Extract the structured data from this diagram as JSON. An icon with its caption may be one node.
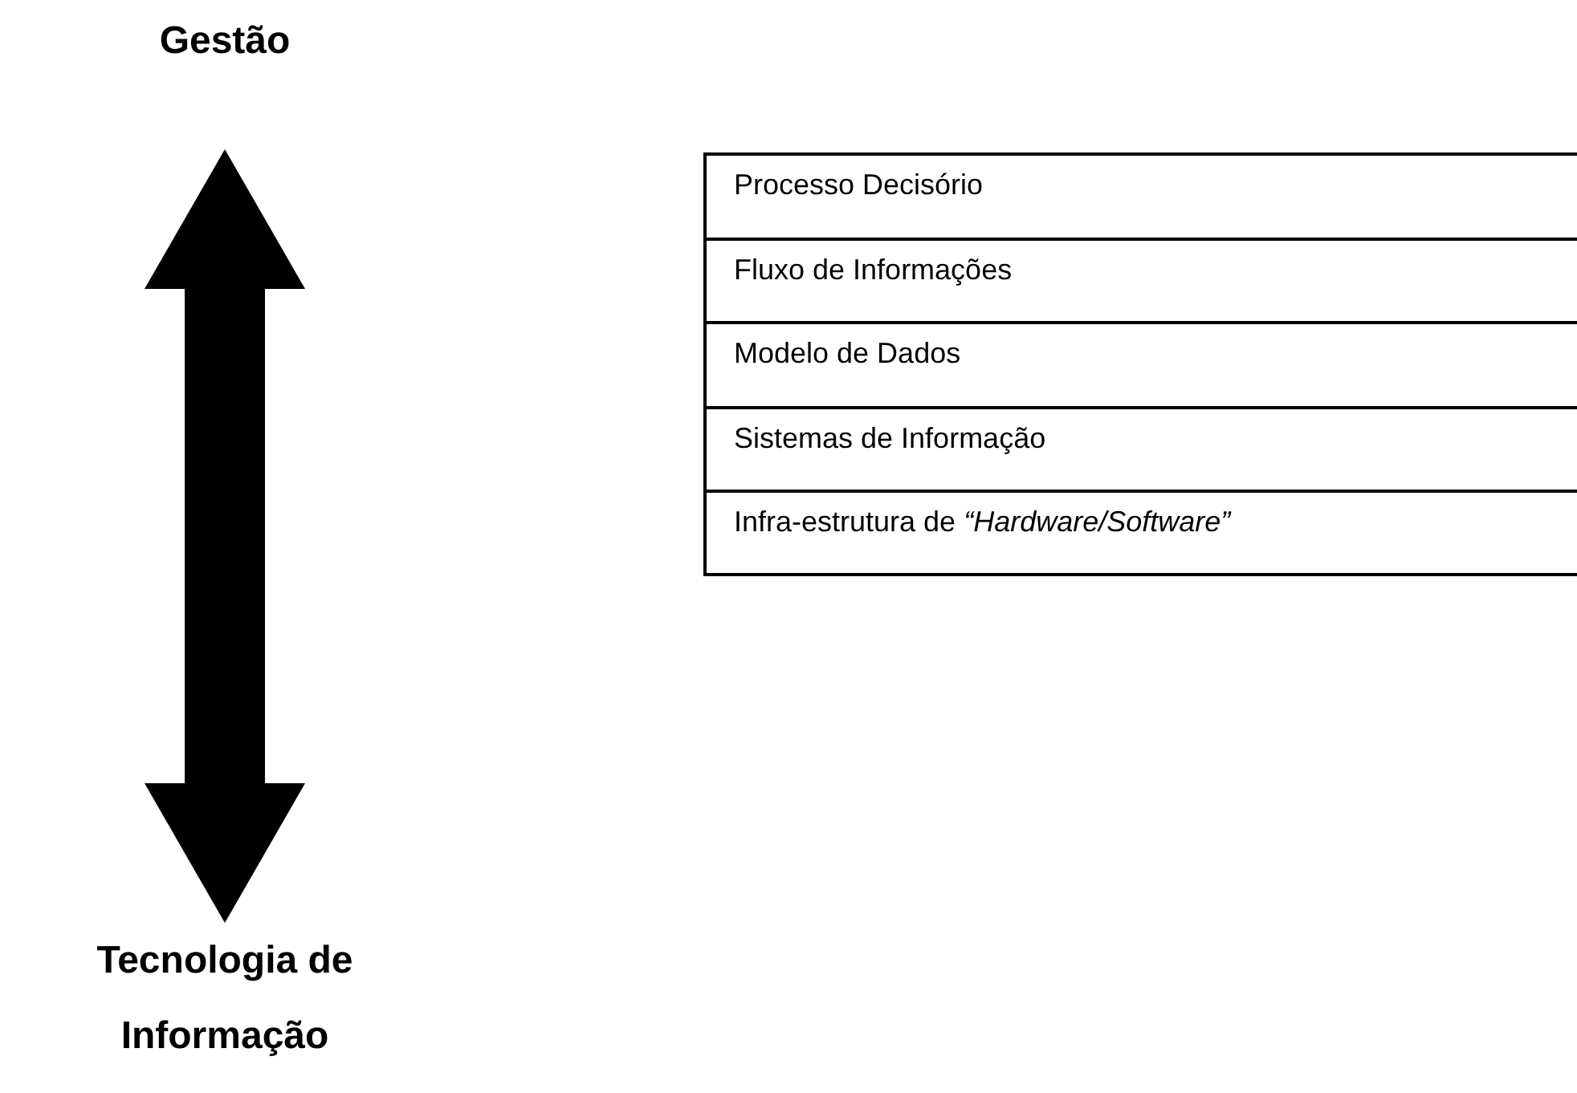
{
  "diagram": {
    "nodes": [
      {
        "text": [
          "Gestão"
        ]
      },
      {
        "text": [
          "Tecnologia de Informação"
        ]
      },
      {
        "text": [
          "Processo Decisório"
        ]
      },
      {
        "text": [
          "Fluxo de Informações"
        ]
      },
      {
        "text": [
          "Modelo de Dados"
        ]
      },
      {
        "text": [
          "Sistemas de Informação"
        ]
      },
      {
        "text": [
          "Infra-estrutura de *“Hardware/Software”*"
        ]
      }
    ],
    "edges": [
      {
        "from": 0,
        "to": 1,
        "arrow": "both"
      }
    ]
  }
}
